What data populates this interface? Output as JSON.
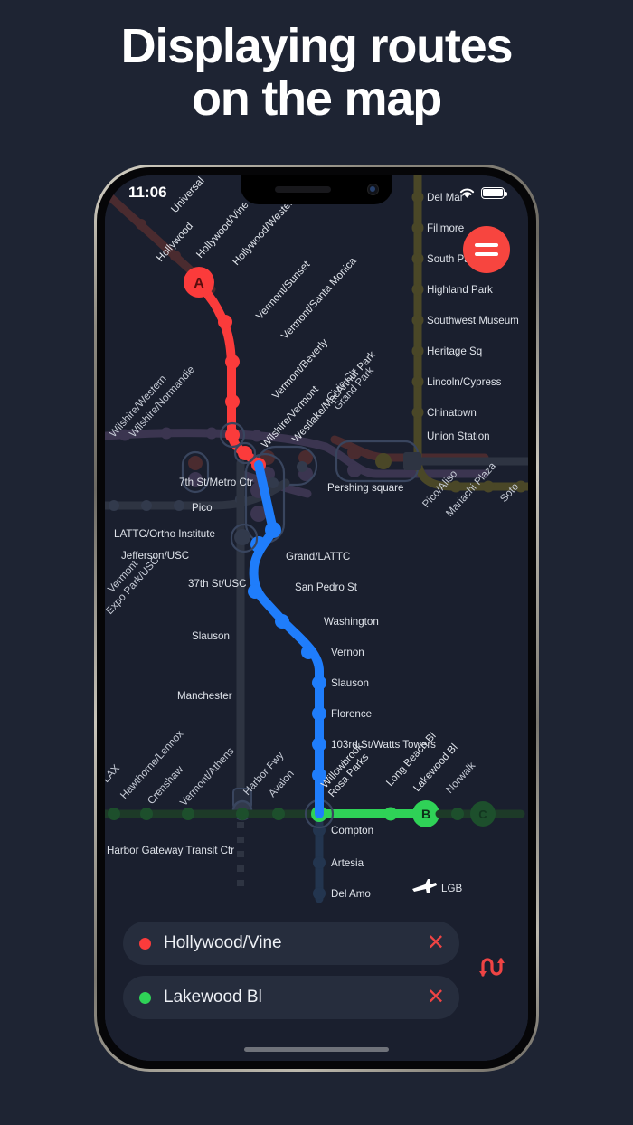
{
  "headline": {
    "line1": "Displaying routes",
    "line2": "on the map"
  },
  "status_bar": {
    "time": "11:06",
    "wifi_icon": "wifi-icon",
    "battery_icon": "battery-icon",
    "battery_level": "100"
  },
  "fab": {
    "name": "menu-button",
    "icon": "menu-equals-icon",
    "color": "#f7453f"
  },
  "colors": {
    "page_background": "#1e2433",
    "map_background": "#1a1f2e",
    "route_red": "#fb3b3b",
    "route_blue": "#1f7dfb",
    "route_green": "#2fd257",
    "accent_red": "#ef4444",
    "field_background": "#262d3d",
    "label_text": "#dfe3ea"
  },
  "route_panel": {
    "swap_icon": "swap-arrows-icon",
    "fields": [
      {
        "dot_color": "#fb3b3b",
        "label": "Hollywood/Vine",
        "clear_icon": "close-icon"
      },
      {
        "dot_color": "#2fd257",
        "label": "Lakewood Bl",
        "clear_icon": "close-icon"
      }
    ]
  },
  "map": {
    "markers": [
      {
        "letter": "A",
        "color": "#fb3b3b"
      },
      {
        "letter": "B",
        "color": "#2fd257"
      },
      {
        "letter": "C",
        "color": "#1d4f2c"
      }
    ],
    "airport": {
      "icon": "airplane-icon",
      "code": "LGB"
    },
    "labels_red_line": [
      "Universal",
      "Hollywood",
      "Hollywood/Vine",
      "Hollywood/Western",
      "Vermont/Sunset",
      "Vermont/Santa Monica",
      "Vermont/Beverly",
      "Wilshire/Vermont",
      "Westlake/MacArthur Park"
    ],
    "labels_gold_line": [
      "Del Mar",
      "Fillmore",
      "South Pasadena",
      "Highland Park",
      "Southwest Museum",
      "Heritage Sq",
      "Lincoln/Cypress",
      "Chinatown",
      "Union Station",
      "Pico/Aliso",
      "Mariachi Plaza",
      "Soto"
    ],
    "labels_blue_line": [
      "7th St/Metro Ctr",
      "Pico",
      "Grand/LATTC",
      "San Pedro St",
      "Washington",
      "Vernon",
      "Slauson",
      "Florence",
      "103rd St/Watts Towers",
      "Willowbrook Rosa Parks",
      "Compton",
      "Artesia",
      "Del Amo"
    ],
    "labels_green_line": [
      "LAX",
      "Hawthorne/Lennox",
      "Crenshaw",
      "Vermont/Athens",
      "Harbor Fwy",
      "Avalon",
      "Long Beach Bl",
      "Lakewood Bl",
      "Norwalk"
    ],
    "labels_other": [
      "Wilshire/Western",
      "Wilshire/Normandie",
      "LATTC/Ortho Institute",
      "Jefferson/USC",
      "37th St/USC",
      "Slauson",
      "Manchester",
      "Harbor Gateway Transit Ctr",
      "Expo Park/USC",
      "Vermont",
      "Civic Ctr Grand Park",
      "Pershing square"
    ]
  }
}
